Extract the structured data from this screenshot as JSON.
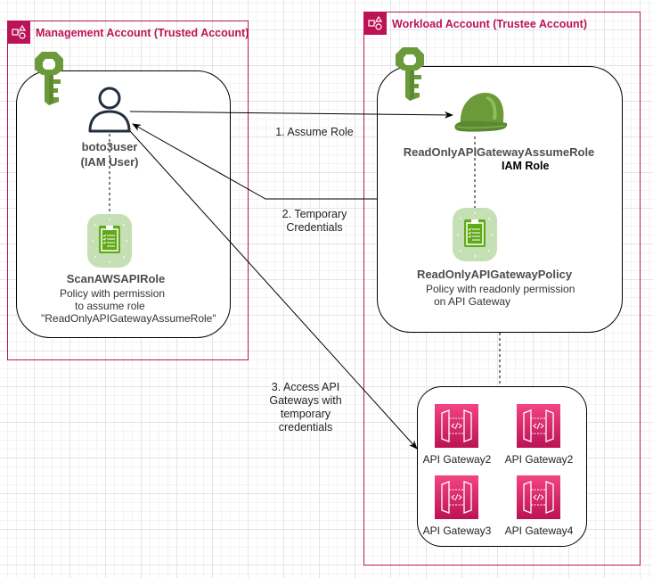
{
  "groups": {
    "management": {
      "title": "Management Account (Trusted Account)",
      "icon": "aws-account-icon"
    },
    "workload": {
      "title": "Workload Account (Trustee Account)",
      "icon": "aws-account-icon"
    }
  },
  "management": {
    "key_icon": "iam-key-icon",
    "user": {
      "icon": "iam-user-icon",
      "name": "boto3user",
      "type": "(IAM User)"
    },
    "policy": {
      "icon": "iam-policy-icon",
      "name": "ScanAWSAPIRole",
      "description_lines": [
        "Policy with permission",
        "to assume role",
        "\"ReadOnlyAPIGatewayAssumeRole\""
      ]
    }
  },
  "workload": {
    "key_icon": "iam-key-icon",
    "role": {
      "icon": "iam-role-helmet-icon",
      "name": "ReadOnlyAPIGatewayAssumeRole",
      "type": "IAM Role"
    },
    "policy": {
      "icon": "iam-policy-icon",
      "name": "ReadOnlyAPIGatewayPolicy",
      "description_lines": [
        "Policy with readonly permission",
        "on API Gateway"
      ]
    },
    "api_gateways": [
      {
        "label": "API Gateway2",
        "icon": "api-gateway-icon"
      },
      {
        "label": "API Gateway2",
        "icon": "api-gateway-icon"
      },
      {
        "label": "API Gateway3",
        "icon": "api-gateway-icon"
      },
      {
        "label": "API Gateway4",
        "icon": "api-gateway-icon"
      }
    ]
  },
  "edges": [
    {
      "id": "assume-role",
      "lines": [
        "1. Assume Role"
      ]
    },
    {
      "id": "temporary-credentials",
      "lines": [
        "2. Temporary",
        "Credentials"
      ]
    },
    {
      "id": "access-api",
      "lines": [
        "3. Access API",
        "Gateways with",
        "temporary",
        "credentials"
      ]
    }
  ],
  "colors": {
    "account_group": "#BC1356",
    "iam_green": "#6B9A3A",
    "policy_bg": "#C5E0B4",
    "policy_fg": "#60A917",
    "api_gateway": "#D6246E"
  }
}
